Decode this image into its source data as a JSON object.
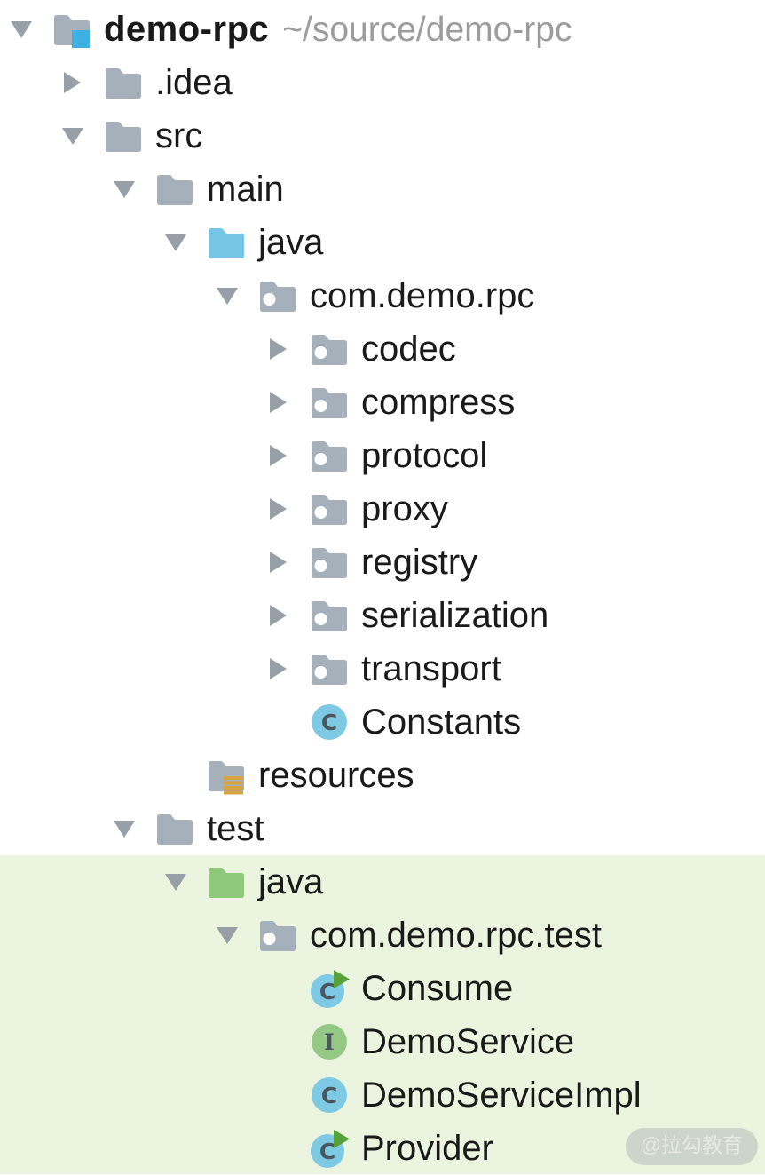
{
  "tree": {
    "rows": [
      {
        "label": "demo-rpc",
        "path": "~/source/demo-rpc",
        "level": 0,
        "arrow": "expanded",
        "icon": "project-folder",
        "bold": true,
        "highlight": false
      },
      {
        "label": ".idea",
        "level": 1,
        "arrow": "collapsed",
        "icon": "folder",
        "highlight": false
      },
      {
        "label": "src",
        "level": 1,
        "arrow": "expanded",
        "icon": "folder",
        "highlight": false
      },
      {
        "label": "main",
        "level": 2,
        "arrow": "expanded",
        "icon": "folder",
        "highlight": false
      },
      {
        "label": "java",
        "level": 3,
        "arrow": "expanded",
        "icon": "source-folder",
        "highlight": false
      },
      {
        "label": "com.demo.rpc",
        "level": 4,
        "arrow": "expanded",
        "icon": "package-folder",
        "highlight": false
      },
      {
        "label": "codec",
        "level": 5,
        "arrow": "collapsed",
        "icon": "package-folder",
        "highlight": false
      },
      {
        "label": "compress",
        "level": 5,
        "arrow": "collapsed",
        "icon": "package-folder",
        "highlight": false
      },
      {
        "label": "protocol",
        "level": 5,
        "arrow": "collapsed",
        "icon": "package-folder",
        "highlight": false
      },
      {
        "label": "proxy",
        "level": 5,
        "arrow": "collapsed",
        "icon": "package-folder",
        "highlight": false
      },
      {
        "label": "registry",
        "level": 5,
        "arrow": "collapsed",
        "icon": "package-folder",
        "highlight": false
      },
      {
        "label": "serialization",
        "level": 5,
        "arrow": "collapsed",
        "icon": "package-folder",
        "highlight": false
      },
      {
        "label": "transport",
        "level": 5,
        "arrow": "collapsed",
        "icon": "package-folder",
        "highlight": false
      },
      {
        "label": "Constants",
        "level": 5,
        "arrow": "none",
        "icon": "class",
        "highlight": false
      },
      {
        "label": "resources",
        "level": 3,
        "arrow": "none",
        "icon": "resources-folder",
        "highlight": false
      },
      {
        "label": "test",
        "level": 2,
        "arrow": "expanded",
        "icon": "folder",
        "highlight": false
      },
      {
        "label": "java",
        "level": 3,
        "arrow": "expanded",
        "icon": "test-source-folder",
        "highlight": true
      },
      {
        "label": "com.demo.rpc.test",
        "level": 4,
        "arrow": "expanded",
        "icon": "package-folder",
        "highlight": true
      },
      {
        "label": "Consume",
        "level": 5,
        "arrow": "none",
        "icon": "runnable-class",
        "highlight": true
      },
      {
        "label": "DemoService",
        "level": 5,
        "arrow": "none",
        "icon": "interface",
        "highlight": true
      },
      {
        "label": "DemoServiceImpl",
        "level": 5,
        "arrow": "none",
        "icon": "class",
        "highlight": true
      },
      {
        "label": "Provider",
        "level": 5,
        "arrow": "none",
        "icon": "runnable-class",
        "highlight": true
      }
    ]
  },
  "watermark": {
    "text": "@拉勾教育"
  },
  "colors": {
    "folder_gray": "#a6b0ba",
    "source_blue": "#74c5e6",
    "test_green": "#8fc87a",
    "class_blue": "#7ecae4",
    "interface_green": "#95c885",
    "run_green": "#55a338",
    "resources_orange": "#d8a342",
    "project_badge_blue": "#3fb0e2",
    "package_dot": "#ffffff",
    "letter_gray": "#4c565e",
    "text": "#1a1a1a",
    "path_gray": "#9c9c9c",
    "arrow_gray": "#97a0a6",
    "highlight_bg": "#eaf4de",
    "watermark_bg": "#cbd2c8",
    "watermark_text": "#e6eae1"
  }
}
